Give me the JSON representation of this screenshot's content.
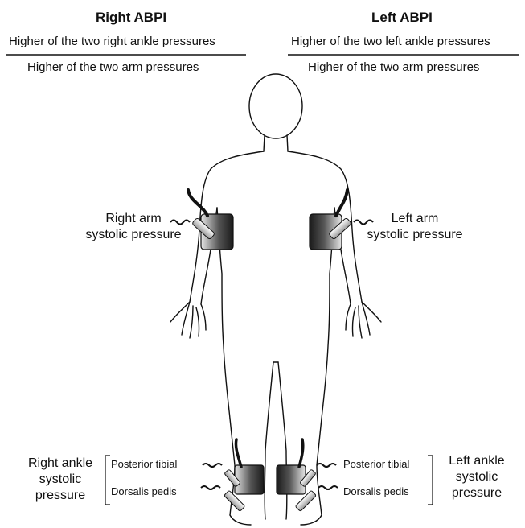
{
  "right_abpi": {
    "title": "Right ABPI",
    "numerator": "Higher of the two right ankle pressures",
    "denominator": "Higher of the two arm pressures"
  },
  "left_abpi": {
    "title": "Left ABPI",
    "numerator": "Higher of the two left ankle pressures",
    "denominator": "Higher of the two arm pressures"
  },
  "right_arm": {
    "line1": "Right arm",
    "line2": "systolic pressure"
  },
  "left_arm": {
    "line1": "Left arm",
    "line2": "systolic pressure"
  },
  "right_ankle": {
    "line1": "Right ankle",
    "line2": "systolic",
    "line3": "pressure"
  },
  "left_ankle": {
    "line1": "Left ankle",
    "line2": "systolic",
    "line3": "pressure"
  },
  "right_ankle_sites": {
    "posterior": "Posterior tibial",
    "dorsalis": "Dorsalis pedis"
  },
  "left_ankle_sites": {
    "posterior": "Posterior tibial",
    "dorsalis": "Dorsalis pedis"
  }
}
